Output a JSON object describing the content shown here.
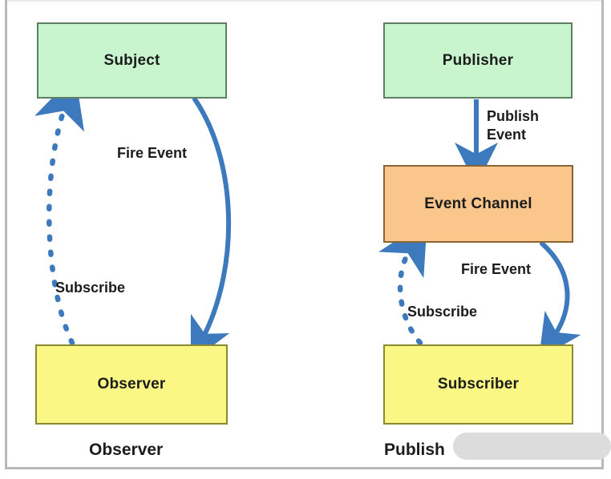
{
  "diagram": {
    "title_left": "Observer",
    "title_right": "Publish",
    "colors": {
      "source_node": "#c8f5cd",
      "channel_node": "#fbc68c",
      "consumer_node": "#fbf784",
      "arrow": "#3d79bd",
      "text": "#1c1c1c"
    },
    "left_panel": {
      "caption": "Observer",
      "nodes": [
        {
          "id": "subject",
          "label": "Subject",
          "fill": "#c8f5cd"
        },
        {
          "id": "observer",
          "label": "Observer",
          "fill": "#fbf784"
        }
      ],
      "edges": [
        {
          "id": "fire-event",
          "label": "Fire Event",
          "from": "subject",
          "to": "observer",
          "style": "solid"
        },
        {
          "id": "subscribe",
          "label": "Subscribe",
          "from": "observer",
          "to": "subject",
          "style": "dashed"
        }
      ]
    },
    "right_panel": {
      "caption": "Publish",
      "caption_occluded": true,
      "nodes": [
        {
          "id": "publisher",
          "label": "Publisher",
          "fill": "#c8f5cd"
        },
        {
          "id": "event-channel",
          "label": "Event Channel",
          "fill": "#fbc68c"
        },
        {
          "id": "subscriber",
          "label": "Subscriber",
          "fill": "#fbf784"
        }
      ],
      "edges": [
        {
          "id": "publish-event",
          "label": "Publish\nEvent",
          "from": "publisher",
          "to": "event-channel",
          "style": "solid"
        },
        {
          "id": "fire-event-right",
          "label": "Fire Event",
          "from": "event-channel",
          "to": "subscriber",
          "style": "solid"
        },
        {
          "id": "subscribe-right",
          "label": "Subscribe",
          "from": "subscriber",
          "to": "event-channel",
          "style": "dashed"
        }
      ]
    }
  }
}
